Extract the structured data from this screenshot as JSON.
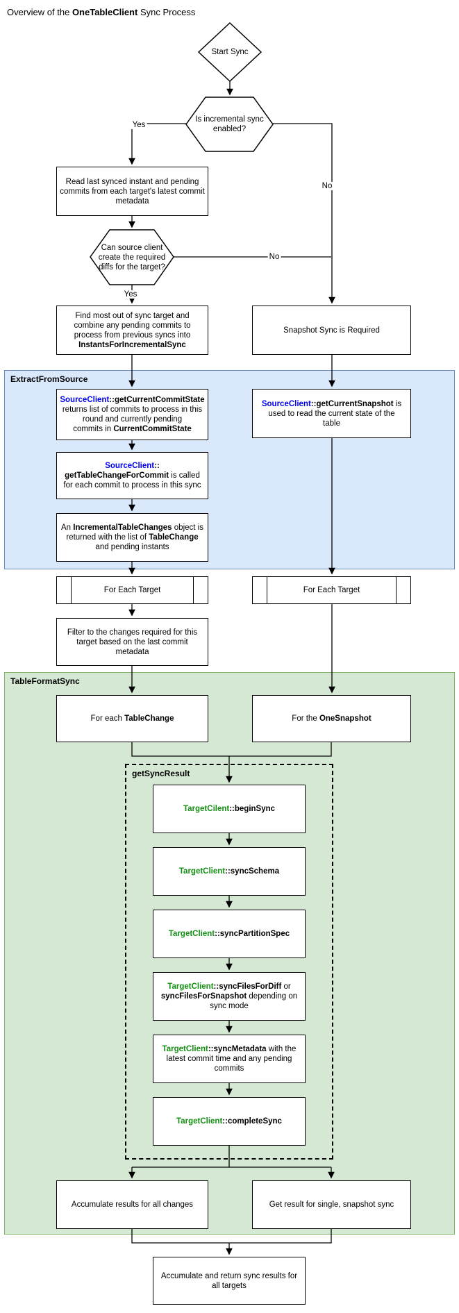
{
  "title": {
    "segments": [
      {
        "t": "Overview of the "
      },
      {
        "t": "OneTableClient",
        "b": 1
      },
      {
        "t": " Sync Process"
      }
    ]
  },
  "colors": {
    "src": "#0000EE",
    "tgt": "#149014",
    "edge": "#000000",
    "box_fill": "#ffffff",
    "box_border": "#000000",
    "extract_fill": "#dae8fc",
    "extract_border": "#6c8ebf",
    "tableformat_fill": "#d5e8d4",
    "tableformat_border": "#82b366",
    "dashed_border": "#000000"
  },
  "containers": [
    {
      "id": "container-extract-from-source",
      "label": "ExtractFromSource",
      "fill": "extract_fill",
      "border": "extract_border",
      "style": "solid"
    },
    {
      "id": "container-table-format-sync",
      "label": "TableFormatSync",
      "fill": "tableformat_fill",
      "border": "tableformat_border",
      "style": "solid"
    },
    {
      "id": "container-get-sync-result",
      "label": "getSyncResult",
      "fill": "none",
      "border": "dashed_border",
      "style": "dashed"
    }
  ],
  "nodes": [
    {
      "id": "start-sync-diamond",
      "lines": [
        [
          {
            "t": "Start Sync"
          }
        ]
      ]
    },
    {
      "id": "hex-is-incremental-enabled",
      "lines": [
        [
          {
            "t": "Is incremental sync"
          }
        ],
        [
          {
            "t": "enabled?"
          }
        ]
      ]
    },
    {
      "id": "box-read-last-synced",
      "lines": [
        [
          {
            "t": "Read last synced instant and pending"
          }
        ],
        [
          {
            "t": "commits from each target's latest commit"
          }
        ],
        [
          {
            "t": "metadata"
          }
        ]
      ]
    },
    {
      "id": "hex-can-source-create-diffs",
      "lines": [
        [
          {
            "t": "Can source client"
          }
        ],
        [
          {
            "t": "create the required"
          }
        ],
        [
          {
            "t": "diffs for the target?"
          }
        ]
      ]
    },
    {
      "id": "box-find-most-out-of-sync",
      "lines": [
        [
          {
            "t": "Find most out of sync target and"
          }
        ],
        [
          {
            "t": "combine any pending commits to"
          }
        ],
        [
          {
            "t": "process from previous syncs into"
          }
        ],
        [
          {
            "t": "InstantsForIncrementalSync",
            "b": 1
          }
        ]
      ]
    },
    {
      "id": "box-snapshot-sync-required",
      "lines": [
        [
          {
            "t": "Snapshot Sync is Required"
          }
        ]
      ]
    },
    {
      "id": "box-get-current-commit-state",
      "lines": [
        [
          {
            "t": "SourceClient",
            "b": 1,
            "c": "src"
          },
          {
            "t": "::getCurrentCommitState",
            "b": 1
          }
        ],
        [
          {
            "t": "returns list of commits to process in this"
          }
        ],
        [
          {
            "t": "round and currently pending"
          }
        ],
        [
          {
            "t": "commits in "
          },
          {
            "t": "CurrentCommitState",
            "b": 1
          }
        ]
      ]
    },
    {
      "id": "box-get-current-snapshot",
      "lines": [
        [
          {
            "t": "SourceClient",
            "b": 1,
            "c": "src"
          },
          {
            "t": "::",
            "b": 1
          },
          {
            "t": "getCurrentSnapshot",
            "b": 1
          },
          {
            "t": " is"
          }
        ],
        [
          {
            "t": "used to read the current state of the"
          }
        ],
        [
          {
            "t": "table"
          }
        ]
      ]
    },
    {
      "id": "box-get-table-change-for-commit",
      "lines": [
        [
          {
            "t": "SourceClient",
            "b": 1,
            "c": "src"
          },
          {
            "t": "::",
            "b": 1
          }
        ],
        [
          {
            "t": "getTableChangeForCommit",
            "b": 1
          },
          {
            "t": " is called"
          }
        ],
        [
          {
            "t": "for each commit to process in this sync"
          }
        ]
      ]
    },
    {
      "id": "box-incremental-table-changes",
      "lines": [
        [
          {
            "t": "An "
          },
          {
            "t": "IncrementalTableChanges",
            "b": 1
          },
          {
            "t": " object is"
          }
        ],
        [
          {
            "t": "returned with the list of "
          },
          {
            "t": "TableChange",
            "b": 1
          }
        ],
        [
          {
            "t": "and pending instants"
          }
        ]
      ]
    },
    {
      "id": "loop-for-each-target-left",
      "lines": [
        [
          {
            "t": "For Each Target"
          }
        ]
      ]
    },
    {
      "id": "loop-for-each-target-right",
      "lines": [
        [
          {
            "t": "For Each Target"
          }
        ]
      ]
    },
    {
      "id": "box-filter-changes",
      "lines": [
        [
          {
            "t": "Filter to the changes required for this"
          }
        ],
        [
          {
            "t": "target based on the last commit"
          }
        ],
        [
          {
            "t": "metadata"
          }
        ]
      ]
    },
    {
      "id": "box-for-each-table-change",
      "lines": [
        [
          {
            "t": "For each "
          },
          {
            "t": "TableChange",
            "b": 1
          }
        ]
      ]
    },
    {
      "id": "box-for-the-one-snapshot",
      "lines": [
        [
          {
            "t": "For the "
          },
          {
            "t": "OneSnapshot",
            "b": 1
          }
        ]
      ]
    },
    {
      "id": "box-begin-sync",
      "lines": [
        [
          {
            "t": "TargetCilent",
            "b": 1,
            "c": "tgt"
          },
          {
            "t": "::beginSync",
            "b": 1
          }
        ]
      ]
    },
    {
      "id": "box-sync-schema",
      "lines": [
        [
          {
            "t": "TargetClient",
            "b": 1,
            "c": "tgt"
          },
          {
            "t": "::syncSchema",
            "b": 1
          }
        ]
      ]
    },
    {
      "id": "box-sync-partition-spec",
      "lines": [
        [
          {
            "t": "TargetClient",
            "b": 1,
            "c": "tgt"
          },
          {
            "t": "::syncPartitionSpec",
            "b": 1
          }
        ]
      ]
    },
    {
      "id": "box-sync-files",
      "lines": [
        [
          {
            "t": "TargetClient",
            "b": 1,
            "c": "tgt"
          },
          {
            "t": "::syncFilesForDiff",
            "b": 1
          },
          {
            "t": " or"
          }
        ],
        [
          {
            "t": "syncFilesForSnapshot",
            "b": 1
          },
          {
            "t": " depending on"
          }
        ],
        [
          {
            "t": "sync mode"
          }
        ]
      ]
    },
    {
      "id": "box-sync-metadata",
      "lines": [
        [
          {
            "t": "TargetClient",
            "b": 1,
            "c": "tgt"
          },
          {
            "t": "::syncMetadata",
            "b": 1
          },
          {
            "t": " with the"
          }
        ],
        [
          {
            "t": "latest commit time and any pending"
          }
        ],
        [
          {
            "t": "commits"
          }
        ]
      ]
    },
    {
      "id": "box-complete-sync",
      "lines": [
        [
          {
            "t": "TargetClient",
            "b": 1,
            "c": "tgt"
          },
          {
            "t": "::completeSync",
            "b": 1
          }
        ]
      ]
    },
    {
      "id": "box-accumulate-results",
      "lines": [
        [
          {
            "t": "Accumulate results for all changes"
          }
        ]
      ]
    },
    {
      "id": "box-get-result-single",
      "lines": [
        [
          {
            "t": "Get result for single, snapshot sync"
          }
        ]
      ]
    },
    {
      "id": "box-accumulate-return",
      "lines": [
        [
          {
            "t": "Accumulate and return sync results for"
          }
        ],
        [
          {
            "t": "all targets"
          }
        ]
      ]
    }
  ],
  "edge_labels": [
    {
      "id": "edge-label-yes-incremental",
      "t": "Yes"
    },
    {
      "id": "edge-label-no-incremental",
      "t": "No"
    },
    {
      "id": "edge-label-yes-diffs",
      "t": "Yes"
    },
    {
      "id": "edge-label-no-diffs",
      "t": "No"
    }
  ]
}
